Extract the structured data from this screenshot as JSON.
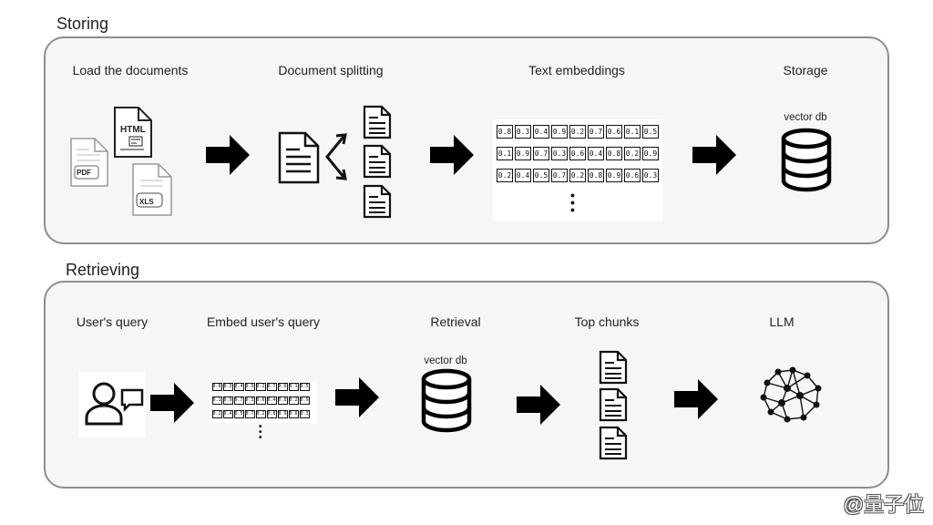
{
  "sections": {
    "storing": {
      "title": "Storing",
      "steps": [
        {
          "label": "Load the documents"
        },
        {
          "label": "Document splitting"
        },
        {
          "label": "Text embeddings"
        },
        {
          "label": "Storage",
          "sublabel": "vector db"
        }
      ],
      "file_badges": [
        "HTML",
        "PDF",
        "XLS"
      ],
      "embedding_rows": [
        [
          "0.8",
          "0.3",
          "0.4",
          "0.9",
          "0.2",
          "0.7",
          "0.6",
          "0.1",
          "0.5"
        ],
        [
          "0.1",
          "0.9",
          "0.7",
          "0.3",
          "0.6",
          "0.4",
          "0.8",
          "0.2",
          "0.9"
        ],
        [
          "0.2",
          "0.4",
          "0.5",
          "0.7",
          "0.2",
          "0.8",
          "0.9",
          "0.6",
          "0.3"
        ]
      ]
    },
    "retrieving": {
      "title": "Retrieving",
      "steps": [
        {
          "label": "User's query"
        },
        {
          "label": "Embed user's query"
        },
        {
          "label": "Retrieval",
          "sublabel": "vector db"
        },
        {
          "label": "Top chunks"
        },
        {
          "label": "LLM"
        }
      ]
    }
  },
  "watermark": "@量子位",
  "icons": [
    "file-html-icon",
    "file-pdf-icon",
    "file-xls-icon",
    "document-icon",
    "split-arrows-icon",
    "database-icon",
    "user-query-icon",
    "neural-network-icon",
    "right-arrow-icon"
  ]
}
